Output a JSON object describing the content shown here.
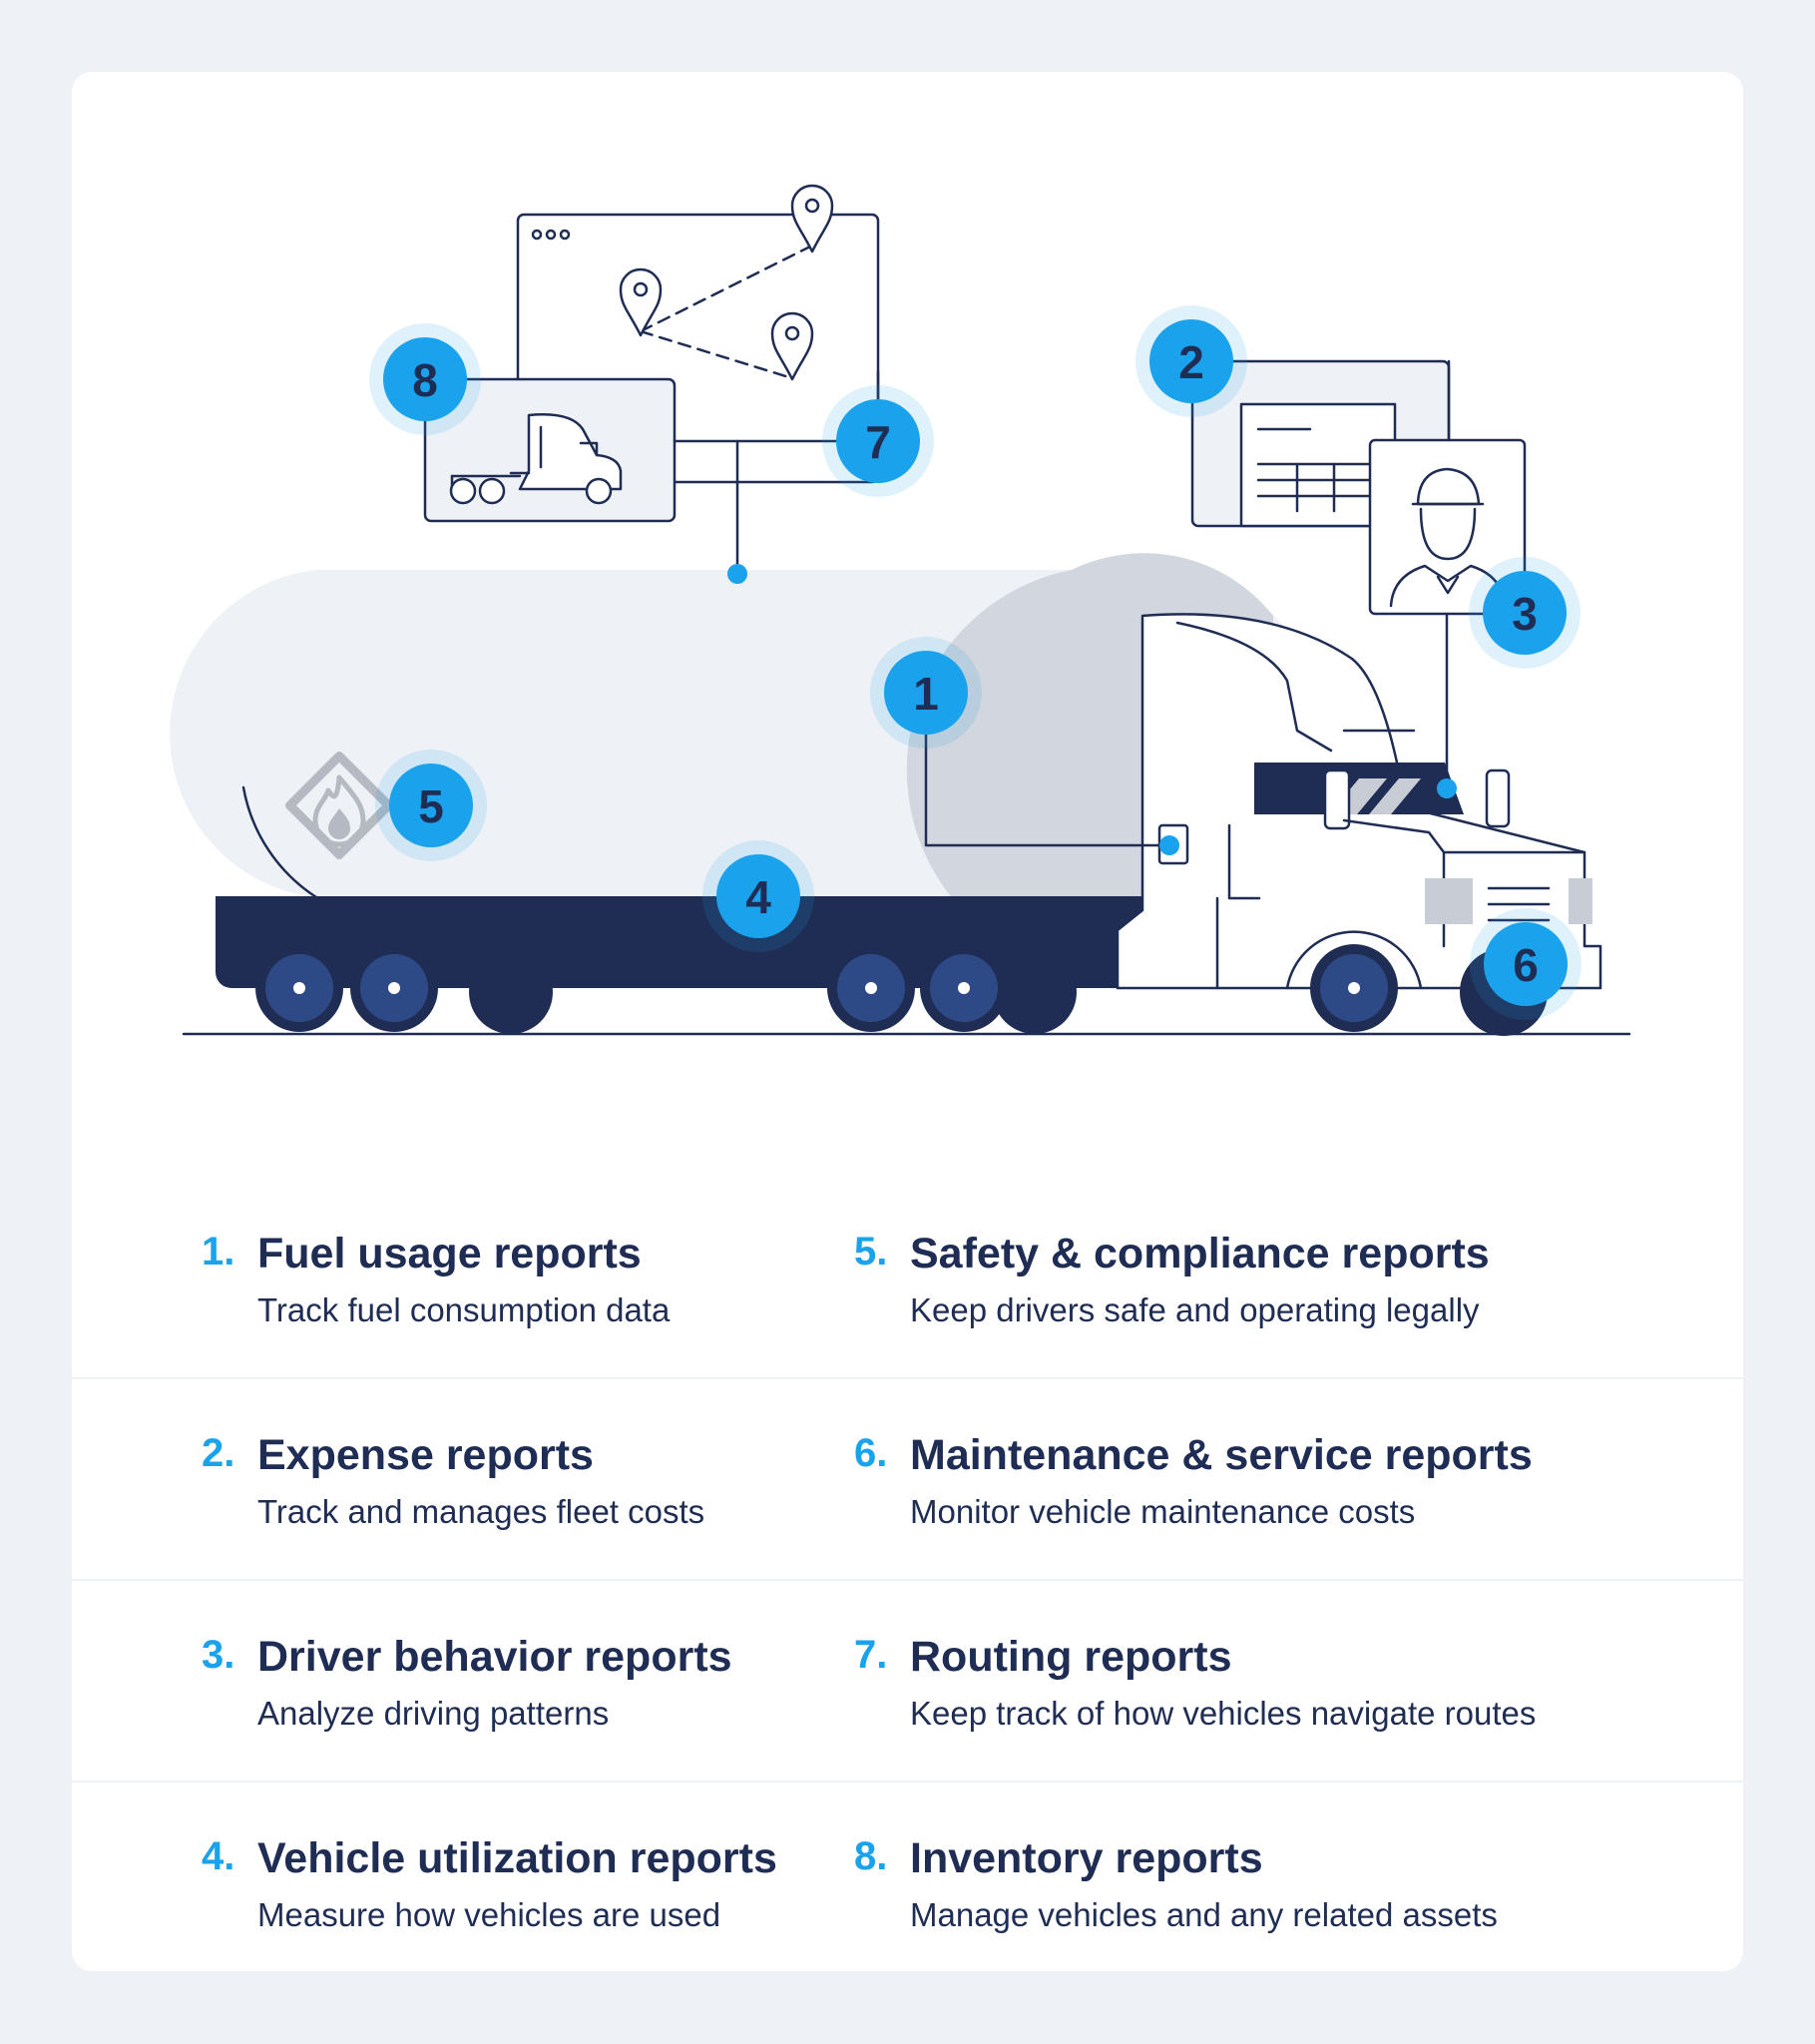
{
  "diagram": {
    "badges": [
      "1",
      "2",
      "3",
      "4",
      "5",
      "6",
      "7",
      "8"
    ]
  },
  "legend": {
    "items": [
      {
        "num": "1.",
        "title": "Fuel usage reports",
        "desc": "Track fuel consumption data"
      },
      {
        "num": "5.",
        "title": "Safety & compliance reports",
        "desc": "Keep drivers safe and operating legally"
      },
      {
        "num": "2.",
        "title": "Expense reports",
        "desc": "Track and manages fleet costs"
      },
      {
        "num": "6.",
        "title": "Maintenance & service reports",
        "desc": "Monitor vehicle maintenance costs"
      },
      {
        "num": "3.",
        "title": "Driver behavior reports",
        "desc": "Analyze driving patterns"
      },
      {
        "num": "7.",
        "title": "Routing reports",
        "desc": "Keep track of how vehicles navigate routes"
      },
      {
        "num": "4.",
        "title": "Vehicle utilization reports",
        "desc": "Measure how vehicles are used"
      },
      {
        "num": "8.",
        "title": "Inventory reports",
        "desc": "Manage vehicles and any related assets"
      }
    ]
  },
  "colors": {
    "accent": "#1aa3ec",
    "navy": "#1f2d54",
    "tank": "#eef1f6",
    "tank_shadow": "#d2d6de",
    "background": "#eef2f7"
  },
  "icons": [
    "map-pin-icon",
    "hazmat-flame-icon",
    "driver-avatar-icon",
    "truck-icon",
    "window-dots-icon"
  ]
}
